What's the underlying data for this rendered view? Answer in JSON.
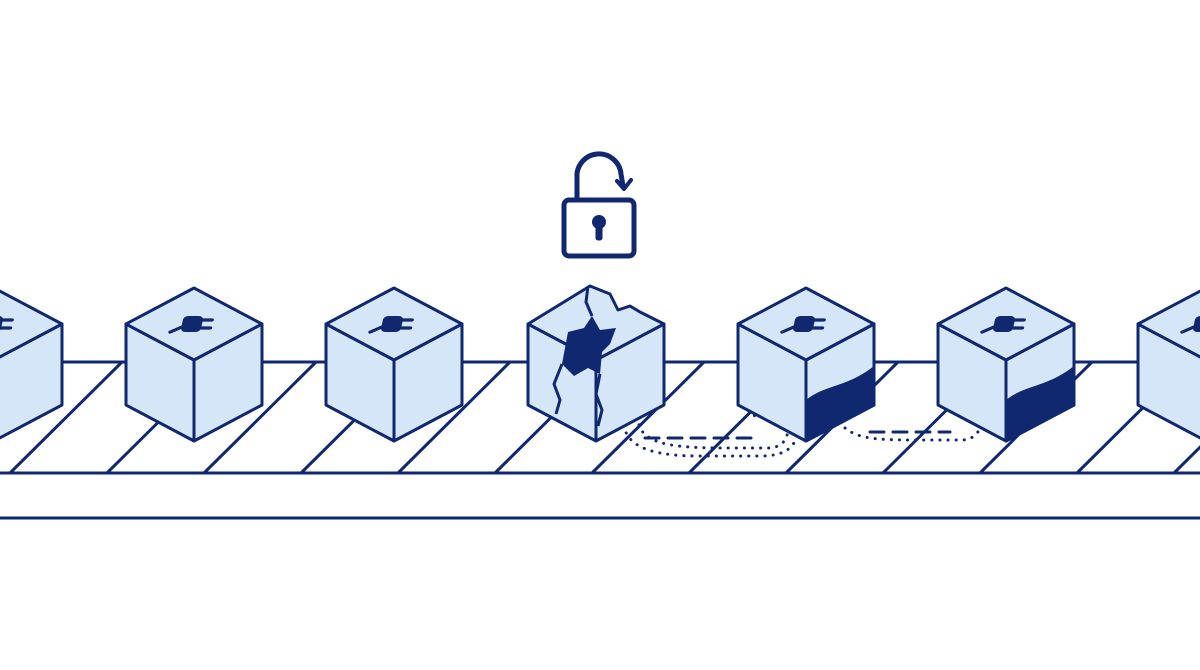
{
  "colors": {
    "stroke": "#0f2870",
    "fill": "#d6e6f9",
    "fill_dark": "#0f2870",
    "background": "#ffffff"
  },
  "icons": {
    "block_icon": "plug-icon",
    "top_icon": "unlocked-padlock-icon",
    "broken_block_icon": "cracked-block"
  },
  "blocks": [
    {
      "name": "block-1",
      "state": "intact"
    },
    {
      "name": "block-2",
      "state": "intact"
    },
    {
      "name": "block-3",
      "state": "intact"
    },
    {
      "name": "block-4",
      "state": "cracked"
    },
    {
      "name": "block-5",
      "state": "leaking"
    },
    {
      "name": "block-6",
      "state": "leaking"
    },
    {
      "name": "block-7",
      "state": "intact"
    }
  ]
}
